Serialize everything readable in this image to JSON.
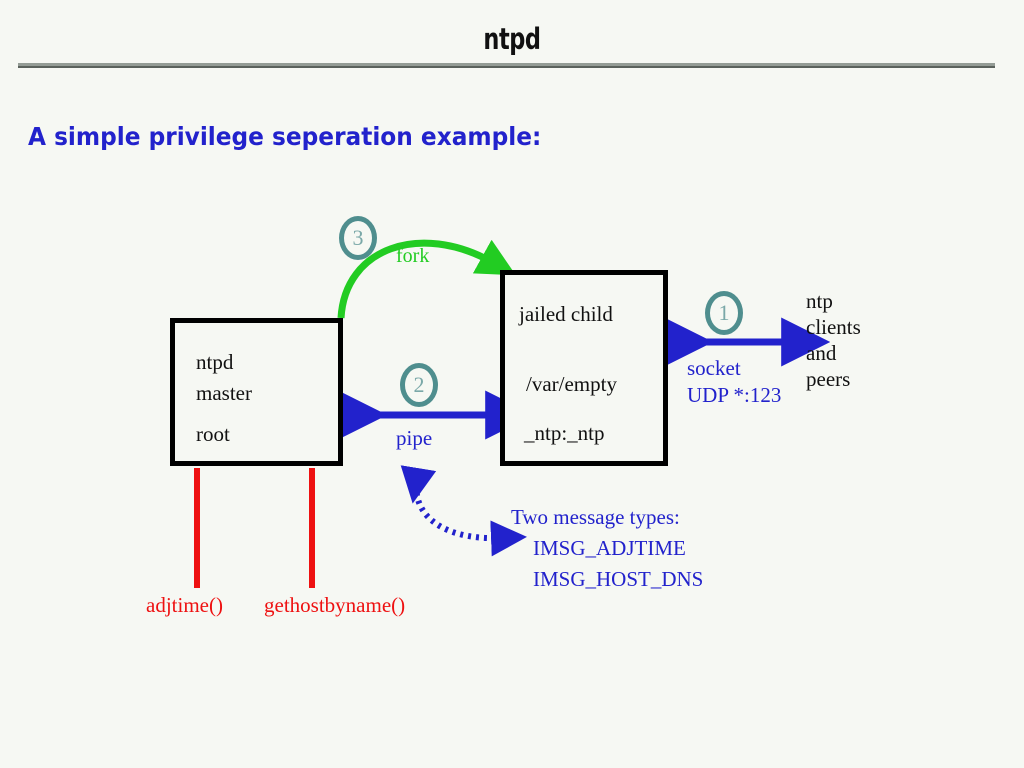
{
  "header": {
    "title": "ntpd"
  },
  "subtitle": "A simple privilege seperation example:",
  "boxes": {
    "master": {
      "name": "ntpd master process box",
      "line1": "ntpd",
      "line2": "master",
      "line3": "root"
    },
    "child": {
      "name": "jailed child process box",
      "line1": "jailed child",
      "line2": "/var/empty",
      "line3": "_ntp:_ntp"
    }
  },
  "connections": {
    "socket": {
      "step": "1",
      "label_line1": "socket",
      "label_line2": "UDP *:123",
      "color": "#2222cc"
    },
    "pipe": {
      "step": "2",
      "label": "pipe",
      "color": "#2222cc"
    },
    "fork": {
      "step": "3",
      "label": "fork",
      "color": "#22cc22"
    }
  },
  "external": {
    "peers_line1": "ntp",
    "peers_line2": "clients",
    "peers_line3": "and",
    "peers_line4": "peers"
  },
  "messages": {
    "heading": "Two message types:",
    "item1": "IMSG_ADJTIME",
    "item2": "IMSG_HOST_DNS"
  },
  "syscalls": {
    "adjtime": "adjtime()",
    "gethostbyname": "gethostbyname()",
    "color": "#ee1111"
  },
  "colors": {
    "background": "#f6f8f3",
    "title_text": "#111111",
    "rule": "#949c95",
    "accent_blue": "#2222cc",
    "accent_green": "#22cc22",
    "accent_red": "#ee1111",
    "badge_ring": "#4f8e8e",
    "badge_text": "#7aa8a8",
    "box_border": "#000000"
  }
}
